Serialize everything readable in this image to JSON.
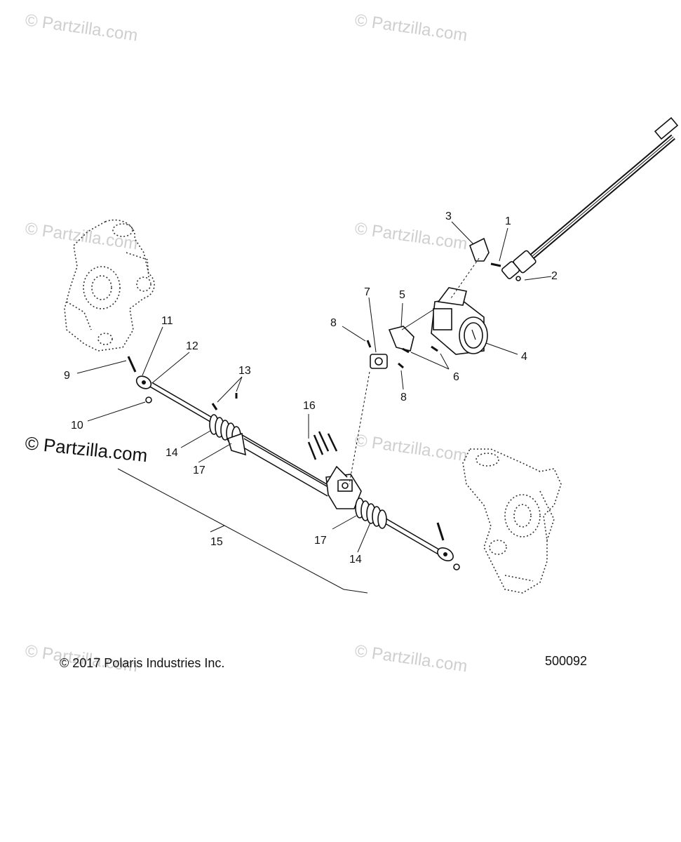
{
  "diagram": {
    "copyright": "© 2017 Polaris Industries Inc.",
    "diagram_number": "500092",
    "watermark_text": "© Partzilla.com",
    "watermark_prominent": "© Partzilla.com",
    "callouts": {
      "c1": "1",
      "c2": "2",
      "c3": "3",
      "c4": "4",
      "c5": "5",
      "c6": "6",
      "c7": "7",
      "c8a": "8",
      "c8b": "8",
      "c9": "9",
      "c10": "10",
      "c11": "11",
      "c12": "12",
      "c13": "13",
      "c14a": "14",
      "c14b": "14",
      "c15": "15",
      "c16": "16",
      "c17a": "17",
      "c17b": "17"
    }
  }
}
